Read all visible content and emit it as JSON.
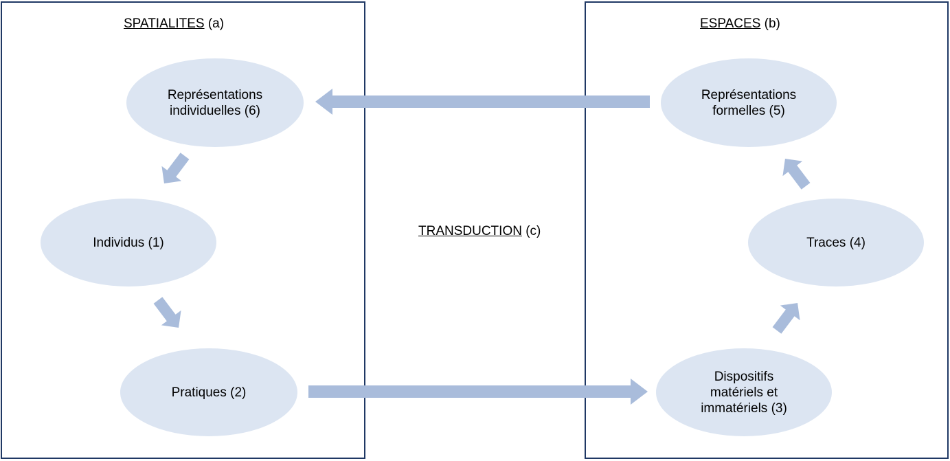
{
  "diagram": {
    "left_box": {
      "title_underlined": "SPATIALITES",
      "title_suffix": " (a)"
    },
    "right_box": {
      "title_underlined": "ESPACES",
      "title_suffix": " (b)"
    },
    "center": {
      "title_underlined": "TRANSDUCTION",
      "title_suffix": " (c)"
    },
    "nodes": {
      "representations_individuelles": "Représentations individuelles  (6)",
      "individus": "Individus  (1)",
      "pratiques": "Pratiques  (2)",
      "representations_formelles": "Représentations formelles (5)",
      "traces": "Traces (4)",
      "dispositifs": "Dispositifs matériels et immatériels  (3)"
    },
    "colors": {
      "frame_border": "#1f3864",
      "node_fill": "#dce5f2",
      "arrow_fill": "#a9bcdb"
    }
  }
}
